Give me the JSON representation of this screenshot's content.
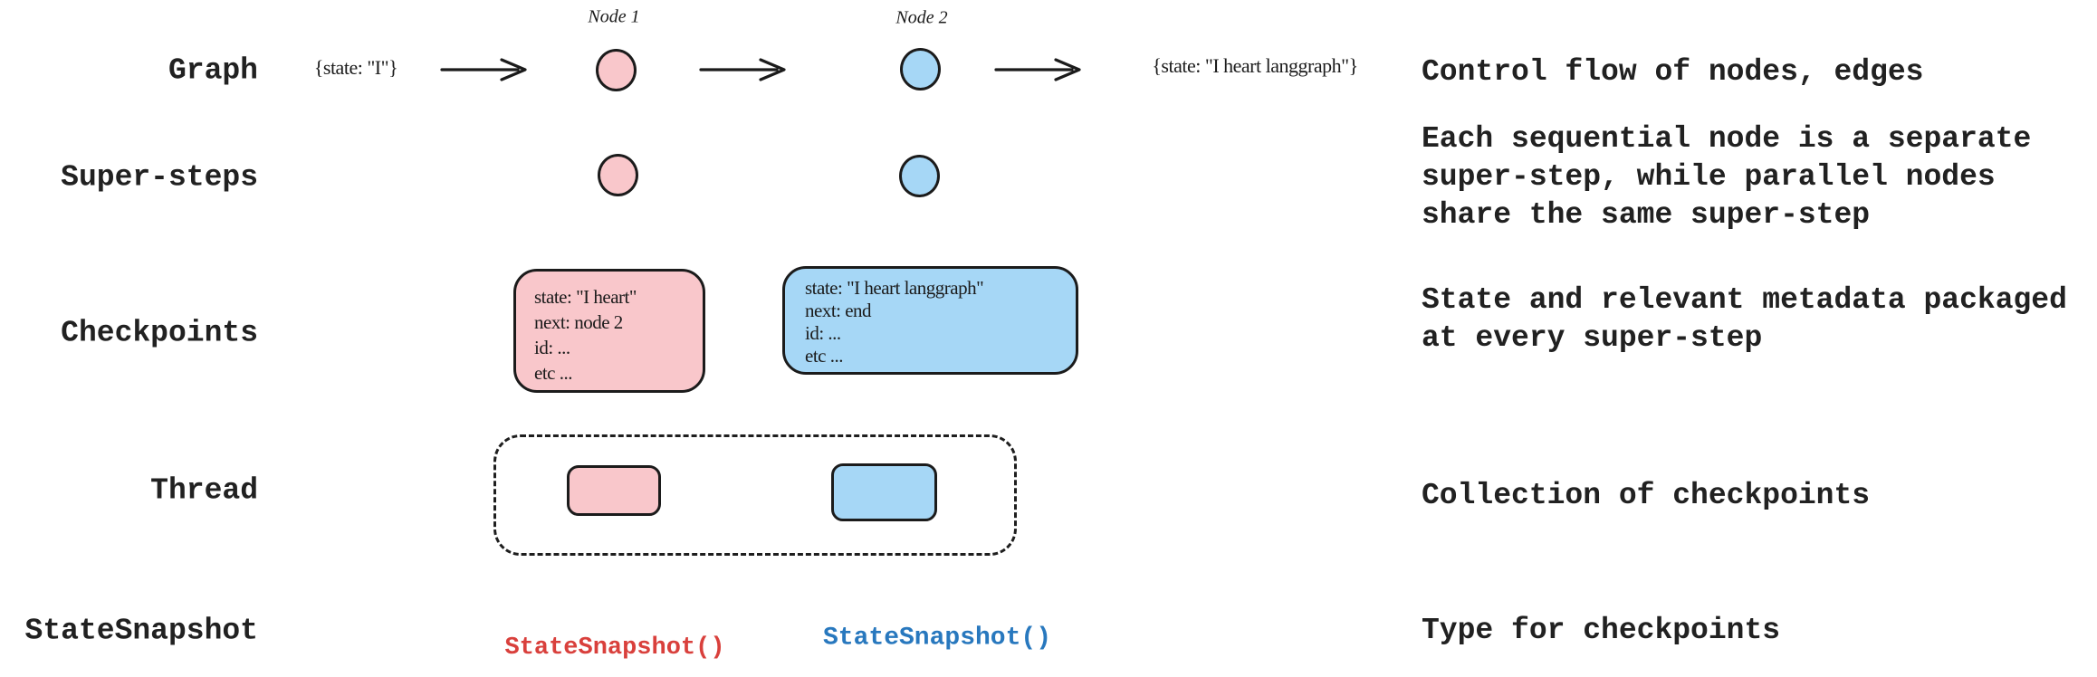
{
  "rows": [
    {
      "id": "graph",
      "label": "Graph",
      "description": "Control flow of nodes, edges"
    },
    {
      "id": "super-steps",
      "label": "Super-steps",
      "description": "Each sequential node is a separate\nsuper-step, while parallel nodes\nshare the same super-step"
    },
    {
      "id": "checkpoints",
      "label": "Checkpoints",
      "description": "State and relevant metadata packaged\nat every super-step"
    },
    {
      "id": "thread",
      "label": "Thread",
      "description": "Collection of checkpoints"
    },
    {
      "id": "statesnapshot",
      "label": "StateSnapshot",
      "description": "Type for checkpoints"
    }
  ],
  "graph": {
    "input_state": "{state: \"I\"}",
    "node1_label": "Node 1",
    "node2_label": "Node 2",
    "output_state": "{state: \"I heart langgraph\"}"
  },
  "checkpoints": {
    "node1_box": "state: \"I heart\"\nnext: node 2\nid: ...\netc ...",
    "node2_box": "state: \"I heart langgraph\"\nnext: end\nid: ...\netc ..."
  },
  "statesnapshot": {
    "node1_code": "StateSnapshot()",
    "node2_code": "StateSnapshot()"
  },
  "colors": {
    "node1_fill": "#f9c7cb",
    "node2_fill": "#a6d7f6",
    "outline": "#1b1b1b",
    "text": "#212121",
    "code_red": "#d9403c",
    "code_blue": "#2878be"
  }
}
